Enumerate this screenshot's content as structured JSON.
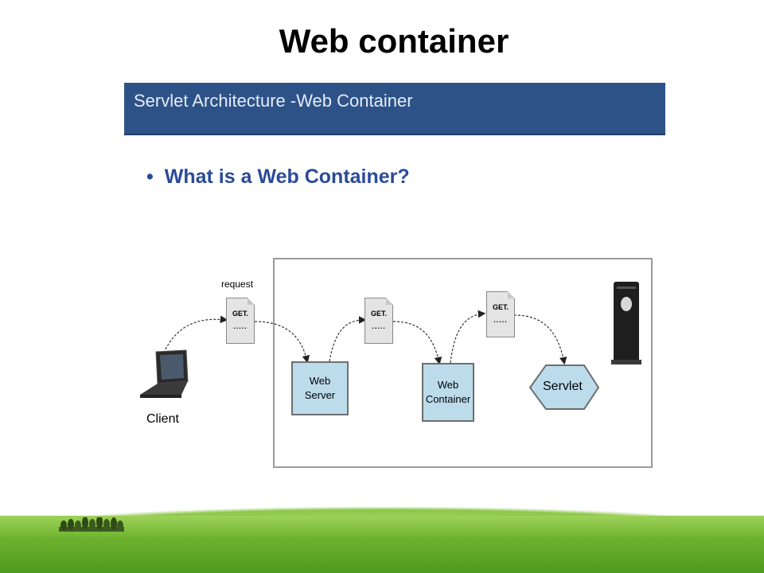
{
  "slide": {
    "title": "Web container"
  },
  "screenshot": {
    "banner": "Servlet Architecture  -Web Container",
    "bullet": "What is a Web Container?"
  },
  "diagram": {
    "client_label": "Client",
    "request_label": "request",
    "doc_line1": "GET.",
    "doc_line2": ".....",
    "web_server": [
      "Web",
      "Server"
    ],
    "web_container": [
      "Web",
      "Container"
    ],
    "servlet": "Servlet"
  },
  "colors": {
    "banner": "#2d5288",
    "box_fill": "#bcdcec",
    "bullet_text": "#2a4a9a"
  }
}
